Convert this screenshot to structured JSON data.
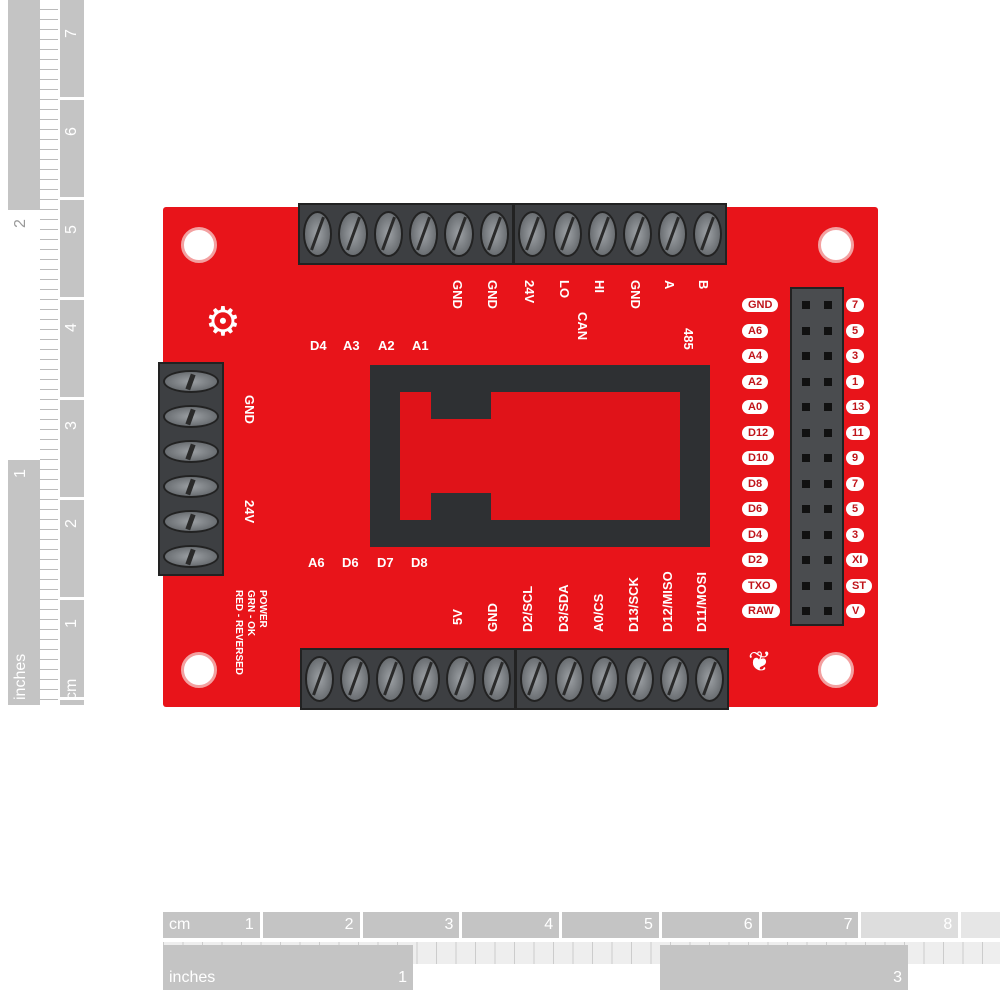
{
  "left_ruler": {
    "cm_label": "cm",
    "cm_ticks": [
      "1",
      "2",
      "3",
      "4",
      "5",
      "6",
      "7"
    ],
    "inches_label": "inches",
    "inch_ticks": [
      "1",
      "2"
    ]
  },
  "bottom_ruler": {
    "cm_label": "cm",
    "cm_ticks": [
      "1",
      "2",
      "3",
      "4",
      "5",
      "6",
      "7",
      "8"
    ],
    "inches_label": "inches",
    "inch_ticks": [
      "1",
      "3"
    ]
  },
  "board": {
    "color": "#e8141a",
    "top_terminal_labels": [
      "GND",
      "GND",
      "24V",
      "LO",
      "HI",
      "GND",
      "A",
      "B"
    ],
    "bus_labels": [
      "CAN",
      "485"
    ],
    "top_led_labels": [
      "D4",
      "A3",
      "A2",
      "A1"
    ],
    "left_terminal_labels": [
      "GND",
      "24V"
    ],
    "bottom_led_labels": [
      "A6",
      "D6",
      "D7",
      "D8"
    ],
    "power_note": [
      "POWER",
      "GRN - OK",
      "RED - REVERSED"
    ],
    "bottom_terminal_labels": [
      "5V",
      "GND",
      "D2/SCL",
      "D3/SDA",
      "A0/CS",
      "D13/SCK",
      "D12/MISO",
      "D11/MOSI"
    ],
    "header_left_labels": [
      "GND",
      "A6",
      "A4",
      "A2",
      "A0",
      "D12",
      "D10",
      "D8",
      "D6",
      "D4",
      "D2",
      "TXO",
      "RAW"
    ],
    "header_right_labels": [
      "7",
      "5",
      "3",
      "1",
      "13",
      "11",
      "9",
      "7",
      "5",
      "3",
      "XI",
      "ST",
      "V"
    ]
  }
}
